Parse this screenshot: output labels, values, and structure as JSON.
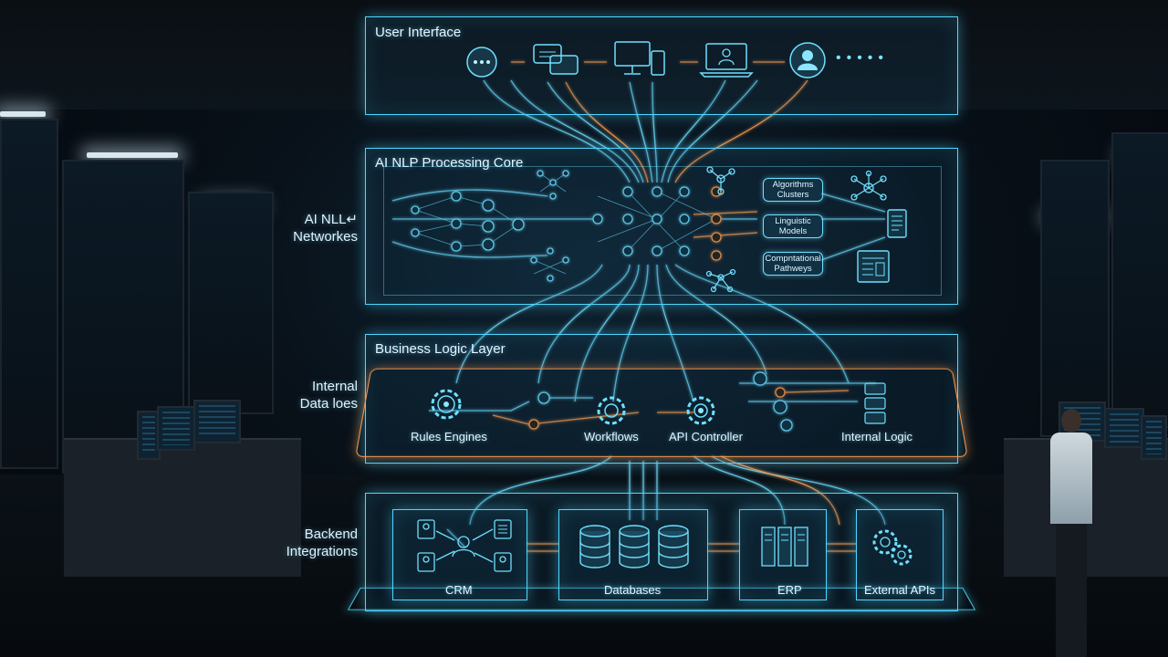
{
  "layers": {
    "user_interface": {
      "title": "User Interface"
    },
    "nlp_core": {
      "title": "AI NLP Processing Core",
      "side_label_line1": "AI NLL↵",
      "side_label_line2": "Networkes",
      "boxes": [
        "Algorithms Clusters",
        "Linguistic Models",
        "Compntational Pathweys"
      ]
    },
    "business_logic": {
      "title": "Business Logic Layer",
      "side_label_line1": "Internal",
      "side_label_line2": "Data loes",
      "items": [
        "Rules Engines",
        "Workflows",
        "API Controller",
        "Internal Logic"
      ]
    },
    "backend": {
      "side_label_line1": "Backend",
      "side_label_line2": "Integrations",
      "items": [
        "CRM",
        "Databases",
        "ERP",
        "External APIs"
      ]
    }
  },
  "icons": {
    "ui": [
      "chat-dots-icon",
      "chat-bubbles-icon",
      "desktop-mobile-icon",
      "laptop-user-icon",
      "user-avatar-icon",
      "ellipsis-icon"
    ],
    "core": [
      "neural-network-icon",
      "hub-network-icon",
      "document-icon"
    ],
    "logic": [
      "gear-icon",
      "node-icon"
    ],
    "backend": [
      "crm-users-icon",
      "database-icon",
      "server-rack-icon",
      "gears-icon"
    ]
  },
  "colors": {
    "accent_cyan": "#4fd6ff",
    "accent_orange": "#ff9a4a",
    "background": "#05090e"
  }
}
